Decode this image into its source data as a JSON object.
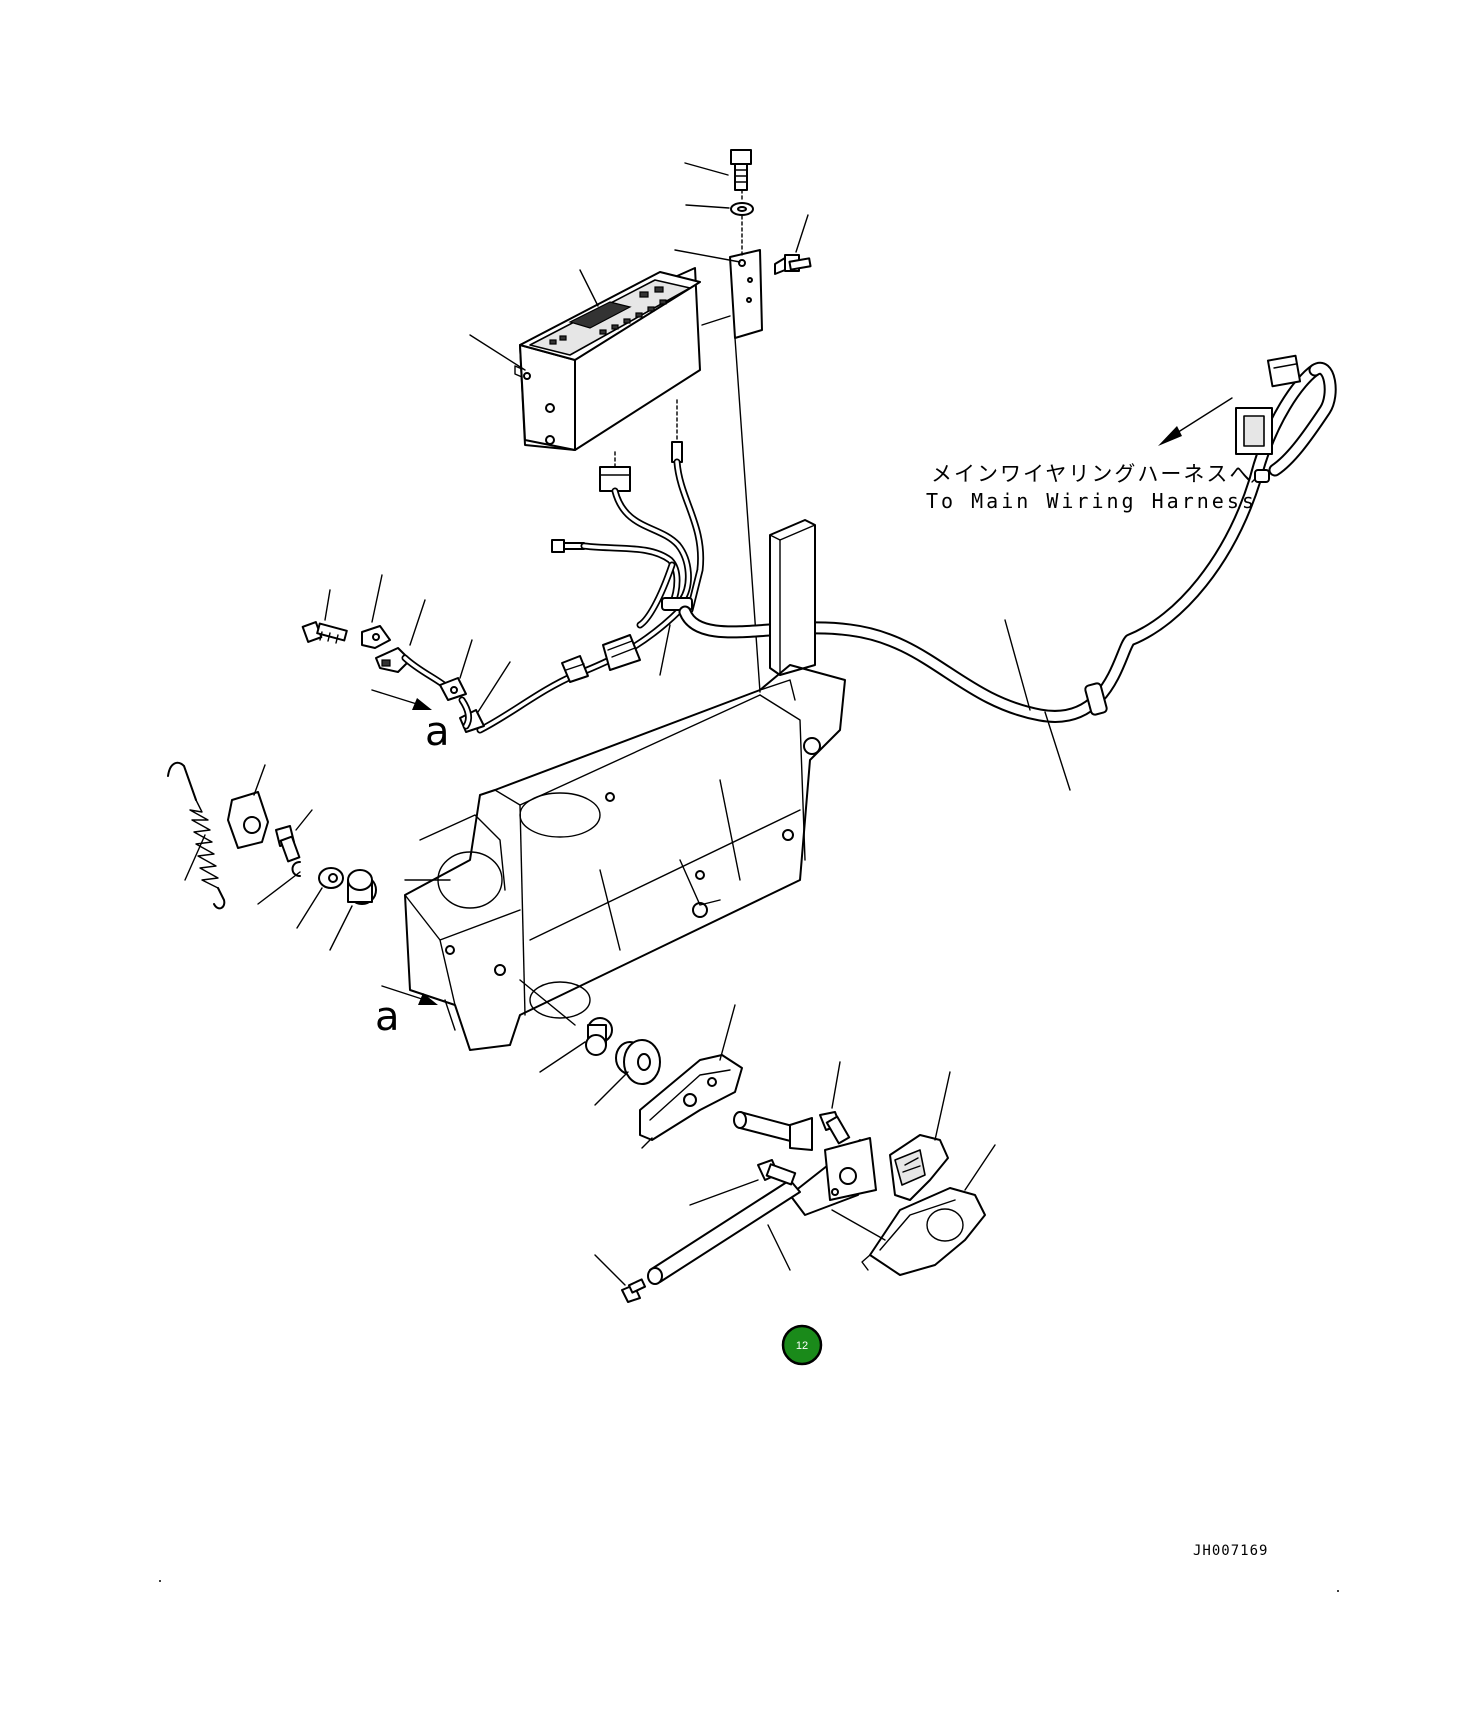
{
  "callout": {
    "japanese": "メインワイヤリングハーネスへ",
    "english": "To Main Wiring Harness"
  },
  "view_marker": "a",
  "drawing_code": "JH007169",
  "hotspot": {
    "label": "12",
    "color": "#1a8a1a",
    "border_color": "#000000"
  },
  "icons": [
    "arrow-icon",
    "hotspot-badge"
  ]
}
